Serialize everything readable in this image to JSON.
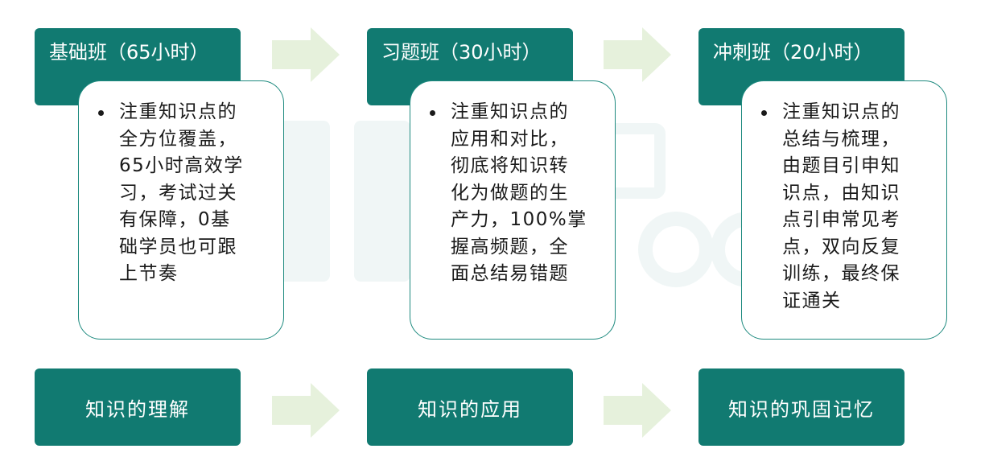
{
  "columns": [
    {
      "header": "基础班（65小时）",
      "lines": [
        "注重知识点的",
        "全方位覆盖，",
        "65小时高效学",
        "习，考试过关",
        "有保障，0基",
        "础学员也可跟",
        "上节奏"
      ],
      "bottom": "知识的理解"
    },
    {
      "header": "习题班（30小时）",
      "lines": [
        "注重知识点的",
        "应用和对比，",
        "彻底将知识转",
        "化为做题的生",
        "产力，100%掌",
        "握高频题，全",
        "面总结易错题"
      ],
      "bottom": "知识的应用"
    },
    {
      "header": "冲刺班（20小时）",
      "lines": [
        "注重知识点的",
        "总结与梳理，",
        "由题目引申知",
        "识点，由知识",
        "点引申常见考",
        "点，双向反复",
        "训练，最终保",
        "证通关"
      ],
      "bottom": "知识的巩固记忆"
    }
  ],
  "icons": {
    "arrow": "arrow-right-icon"
  },
  "colors": {
    "box_fill": "#117a71",
    "card_border": "#1e8a7f",
    "arrow_fill": "#e6f1dc",
    "text_light": "#ffffff",
    "text_dark": "#1a1a1a"
  }
}
